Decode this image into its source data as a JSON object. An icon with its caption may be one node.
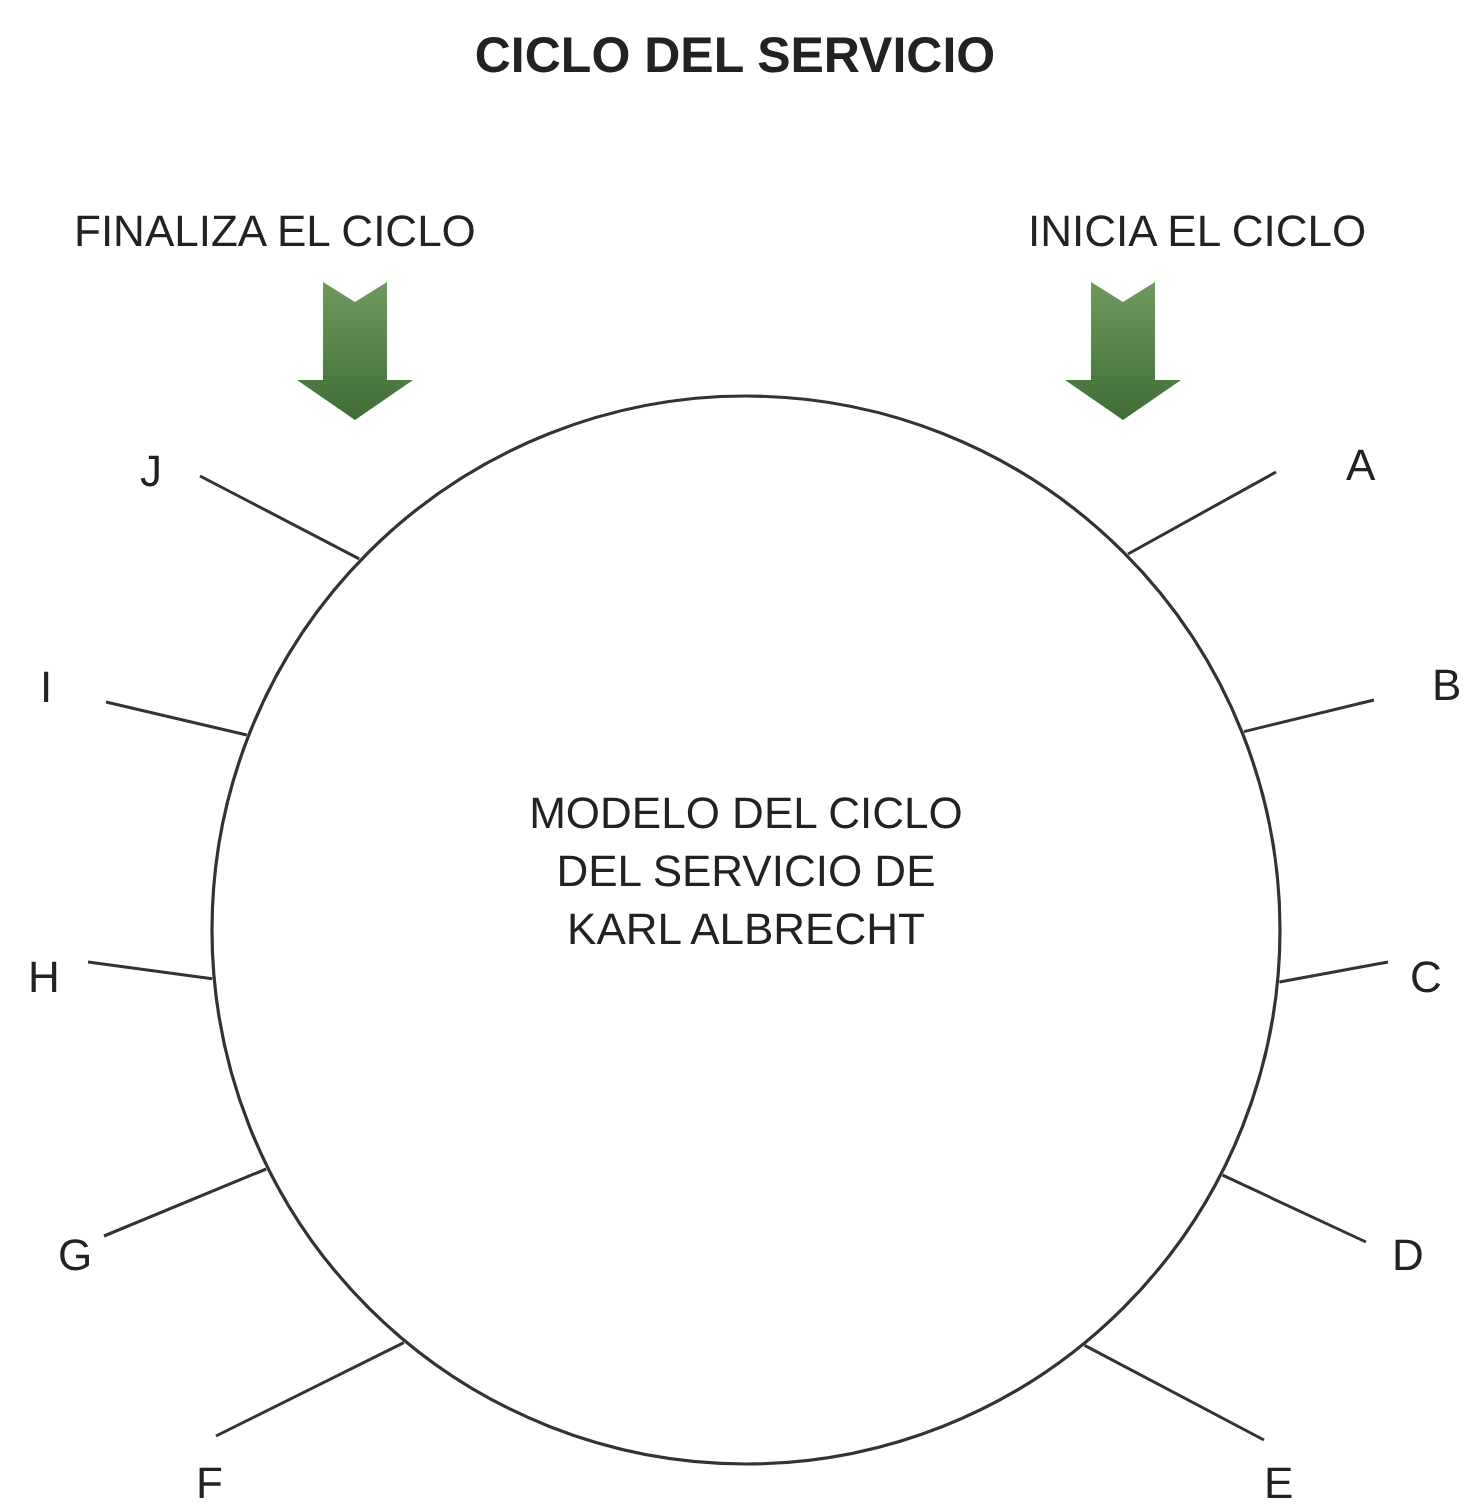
{
  "diagram": {
    "title": "CICLO DEL SERVICIO",
    "nodes": [
      {
        "text": [
          "FINALIZA EL CICLO"
        ]
      },
      {
        "text": [
          "INICIA EL CICLO"
        ]
      },
      {
        "text": [
          "MODELO DEL CICLO DEL SERVICIO DE KARL ALBRECHT"
        ]
      },
      {
        "text": [
          "A"
        ]
      },
      {
        "text": [
          "B"
        ]
      },
      {
        "text": [
          "C"
        ]
      },
      {
        "text": [
          "D"
        ]
      },
      {
        "text": [
          "E"
        ]
      },
      {
        "text": [
          "F"
        ]
      },
      {
        "text": [
          "G"
        ]
      },
      {
        "text": [
          "H"
        ]
      },
      {
        "text": [
          "I"
        ]
      },
      {
        "text": [
          "J"
        ]
      }
    ],
    "edges": [
      {
        "from": 0,
        "to": 2,
        "arrow": "to",
        "style": "thick",
        "color": "#3f6d36"
      },
      {
        "from": 1,
        "to": 2,
        "arrow": "to",
        "style": "thick",
        "color": "#3f6d36"
      },
      {
        "from": 3,
        "to": 2,
        "arrow": "none"
      },
      {
        "from": 4,
        "to": 2,
        "arrow": "none"
      },
      {
        "from": 5,
        "to": 2,
        "arrow": "none"
      },
      {
        "from": 6,
        "to": 2,
        "arrow": "none"
      },
      {
        "from": 7,
        "to": 2,
        "arrow": "none"
      },
      {
        "from": 8,
        "to": 2,
        "arrow": "none"
      },
      {
        "from": 9,
        "to": 2,
        "arrow": "none"
      },
      {
        "from": 10,
        "to": 2,
        "arrow": "none"
      },
      {
        "from": 11,
        "to": 2,
        "arrow": "none"
      },
      {
        "from": 12,
        "to": 2,
        "arrow": "none"
      }
    ]
  }
}
